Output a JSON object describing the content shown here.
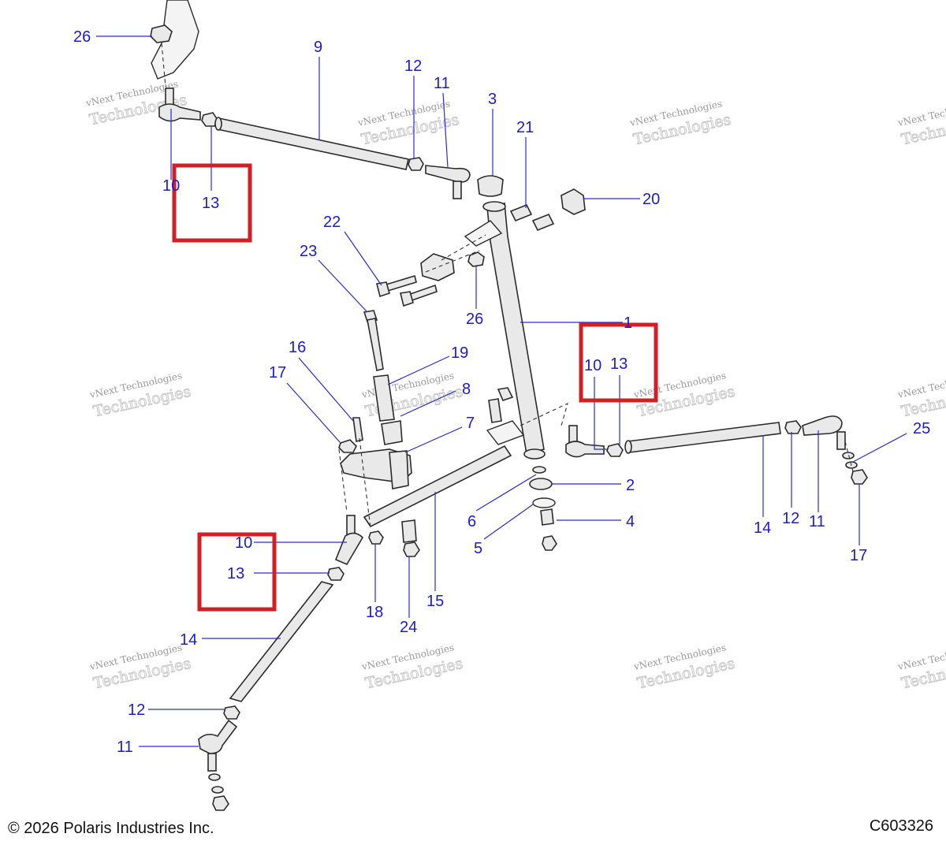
{
  "callouts": {
    "c26a": "26",
    "c9": "9",
    "c12a": "12",
    "c11a": "11",
    "c3": "3",
    "c21": "21",
    "c20": "20",
    "c10a": "10",
    "c13a": "13",
    "c22": "22",
    "c23": "23",
    "c26b": "26",
    "c1": "1",
    "c10b": "10",
    "c13b": "13",
    "c16": "16",
    "c19": "19",
    "c17a": "17",
    "c8": "8",
    "c7": "7",
    "c25": "25",
    "c2": "2",
    "c6": "6",
    "c4": "4",
    "c5": "5",
    "c14a": "14",
    "c12b": "12",
    "c11b": "11",
    "c17b": "17",
    "c10c": "10",
    "c13c": "13",
    "c18": "18",
    "c24": "24",
    "c15": "15",
    "c14b": "14",
    "c12c": "12",
    "c11c": "11"
  },
  "watermark": {
    "line1": "vNext Technologies",
    "line2": "Technologies"
  },
  "footer": {
    "copyright": "© 2026 Polaris Industries Inc.",
    "drawing_id": "C603326"
  },
  "colors": {
    "callout": "#1a1adb",
    "highlight": "#d21f26"
  }
}
